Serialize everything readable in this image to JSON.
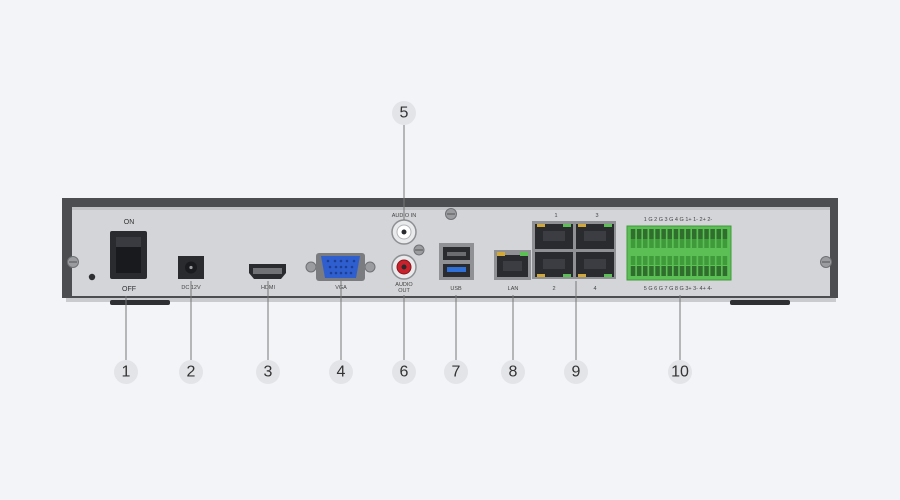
{
  "panel_labels": {
    "switch_on": "ON",
    "switch_off": "OFF",
    "dc": "DC 12V",
    "hdmi": "HDMI",
    "vga": "VGA",
    "audio_in": "AUDIO IN",
    "audio_out_1": "AUDIO",
    "audio_out_2": "OUT",
    "usb": "USB",
    "lan": "LAN",
    "poe_1": "1",
    "poe_2": "2",
    "poe_3": "3",
    "poe_4": "4",
    "terminal_top": "1 G 2 G 3 G 4 G 1+ 1- 2+ 2-",
    "terminal_bottom": "5 G 6 G 7 G 8 G 3+ 3- 4+ 4-"
  },
  "callouts": [
    "1",
    "2",
    "3",
    "4",
    "5",
    "6",
    "7",
    "8",
    "9",
    "10"
  ],
  "colors": {
    "background": "#f3f4f8",
    "panel": "#d3d5d8",
    "frame": "#4b4d51",
    "callout_fill": "#e3e4e7",
    "terminal_green": "#5cbf55",
    "vga_blue": "#2f5fcf",
    "audio_red": "#c8232c",
    "usb_blue": "#2e6fd8"
  }
}
